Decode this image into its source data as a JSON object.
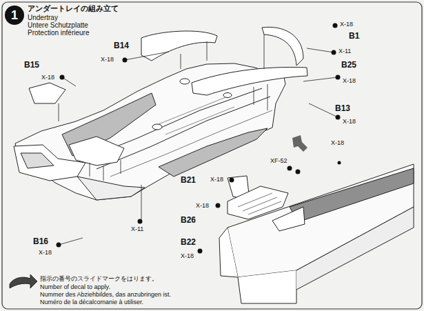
{
  "diagram": {
    "title": "アンダートレイの組み立て",
    "nodes": [
      {
        "text": [
          "1"
        ]
      }
    ],
    "labels": [
      "Undertray",
      "Untere Schutzplatte",
      "Protection inférieure",
      "X-18",
      "B1",
      "B14",
      "X-18",
      "X-11",
      "B25",
      "X-18",
      "B15",
      "X-18",
      "B13",
      "X-18",
      "X-18",
      "X-18",
      "XF-52",
      "B21",
      "X-18",
      "B26",
      "B16",
      "X-18",
      "X-11",
      "B22",
      "X-18",
      "指示の番号のスライドマークをはります。",
      "Number of decal to apply.",
      "Nummer des Abziehbildes, das anzubringen ist.",
      "Numéro de la décalcomanie à utiliser."
    ]
  }
}
